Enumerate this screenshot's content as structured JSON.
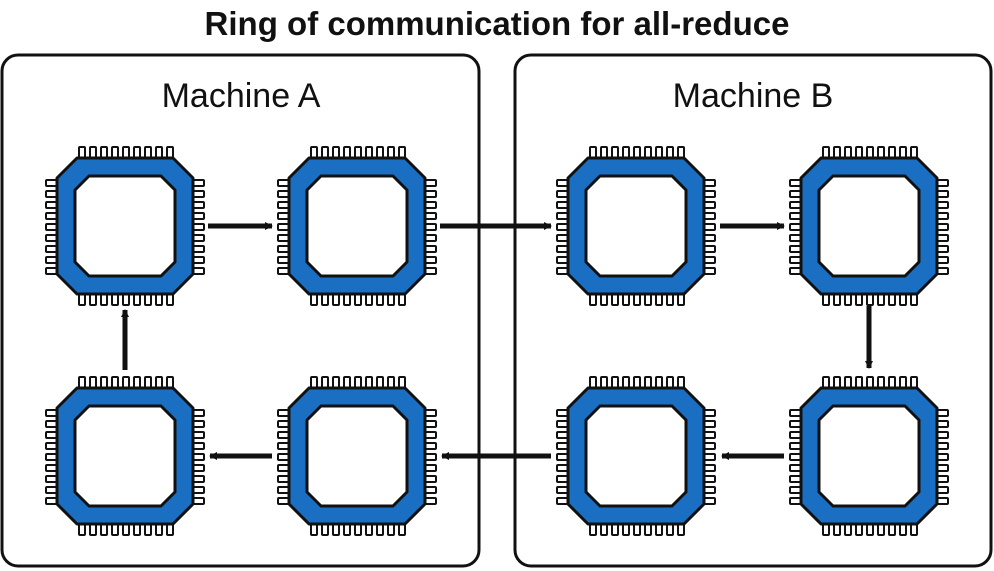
{
  "title": "Ring of communication for all-reduce",
  "machines": [
    {
      "label": "Machine A"
    },
    {
      "label": "Machine B"
    }
  ],
  "chip_color": "#1b6fc2",
  "outline_color": "#111111",
  "arrow_color": "#111111"
}
